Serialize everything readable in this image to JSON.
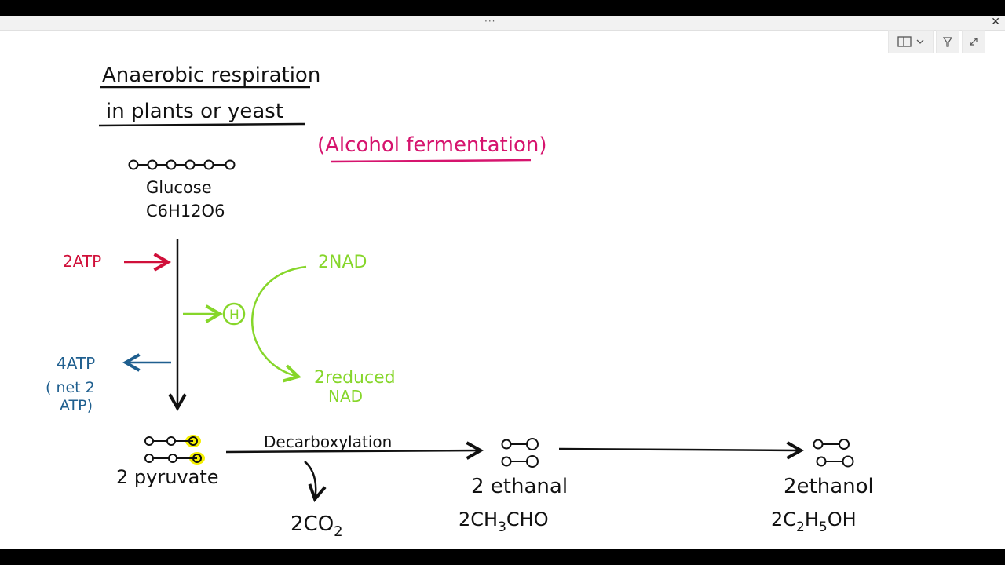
{
  "window": {
    "menu_dots": "···",
    "close_icon": "close-icon",
    "toolbar": {
      "view_icon": "panel-view-icon",
      "dropdown_icon": "chevron-down-icon",
      "filter_icon": "filter-icon",
      "expand_icon": "expand-icon"
    }
  },
  "diagram": {
    "title_line1": "Anaerobic respiration",
    "title_line2": "in plants or yeast",
    "subtitle": "(Alcohol fermentation)",
    "glucose_name": "Glucose",
    "glucose_formula": "C6H12O6",
    "atp_in": "2ATP",
    "atp_out": "4ATP",
    "net_line1": "( net 2",
    "net_line2": "ATP)",
    "h_symbol": "H",
    "nad": "2NAD",
    "reduced_line1": "2reduced",
    "reduced_line2": "NAD",
    "pyruvate": "2 pyruvate",
    "decarboxylation": "Decarboxylation",
    "co2": "2CO",
    "co2_sub": "2",
    "ethanal": "2 ethanal",
    "ethanal_formula_a": "2CH",
    "ethanal_formula_sub": "3",
    "ethanal_formula_b": "CHO",
    "ethanol": "2ethanol",
    "ethanol_formula_a": "2C",
    "ethanol_formula_sub1": "2",
    "ethanol_formula_b": "H",
    "ethanol_formula_sub2": "5",
    "ethanol_formula_c": "OH"
  },
  "colors": {
    "ink": "#111111",
    "magenta": "#d6146e",
    "red": "#d0103a",
    "green": "#86d62a",
    "blue": "#1f5f8f",
    "highlight": "#f5f000"
  }
}
